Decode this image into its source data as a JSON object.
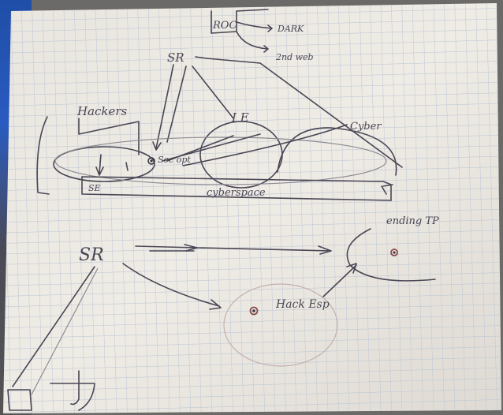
{
  "scene": {
    "description_labels": {
      "top_words": [
        "ROC",
        "DARK",
        "2nd web"
      ],
      "sr_top": "SR",
      "hackers": "Hackers",
      "ie": "I E",
      "cyber": "Cyber",
      "sec_opt": "Sec opt",
      "se": "SE",
      "cyberspace": "cyberspace",
      "sr_main": "SR",
      "ending_tp": "ending TP",
      "hack_esp": "Hack Esp"
    },
    "colors": {
      "paper": "#eeeae4",
      "grid": "#b9c7d6",
      "ink": "#4a4654"
    }
  }
}
